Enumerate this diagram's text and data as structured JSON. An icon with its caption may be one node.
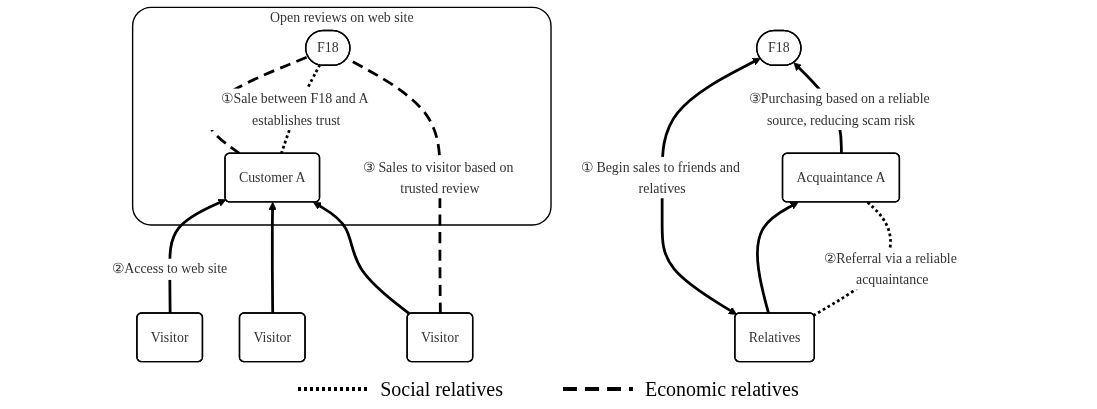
{
  "diagram": {
    "nodes": [
      {
        "text": [
          "F18"
        ]
      },
      {
        "text": [
          "Relatives"
        ]
      },
      {
        "text": [
          "Acquaintance A"
        ]
      },
      {
        "text": [
          "Open reviews on web site"
        ]
      },
      {
        "text": [
          "F18"
        ],
        "in": 3
      },
      {
        "text": [
          "Customer A"
        ],
        "in": 3
      },
      {
        "text": [
          "Visitor"
        ]
      },
      {
        "text": [
          "Visitor"
        ]
      },
      {
        "text": [
          "Visitor"
        ]
      }
    ],
    "edges": [
      {
        "from": 0,
        "to": 1,
        "arrow": "both",
        "label": "① Begin sales to friends and relatives"
      },
      {
        "from": 1,
        "to": 2,
        "arrow": "to"
      },
      {
        "from": 2,
        "to": 0,
        "arrow": "to",
        "label": "③Purchasing based on a reliable source, reducing scam risk"
      },
      {
        "from": 1,
        "to": 2,
        "arrow": "none",
        "style": "dashed",
        "label": "②Referral via a reliable acquaintance"
      },
      {
        "from": 4,
        "to": 5,
        "arrow": "none",
        "style": "dashed"
      },
      {
        "from": 4,
        "to": 5,
        "arrow": "none",
        "style": "dashed",
        "label": "①Sale between F18 and A establishes trust"
      },
      {
        "from": 6,
        "to": 5,
        "arrow": "to",
        "label": "②Access to web site"
      },
      {
        "from": 7,
        "to": 5,
        "arrow": "to"
      },
      {
        "from": 8,
        "to": 5,
        "arrow": "to"
      },
      {
        "from": 4,
        "to": 8,
        "arrow": "none",
        "style": "dashed",
        "label": "③ Sales to visitor based on trusted review"
      }
    ],
    "legend": [
      {
        "text": "Social relatives"
      },
      {
        "text": "Economic relatives"
      }
    ]
  }
}
